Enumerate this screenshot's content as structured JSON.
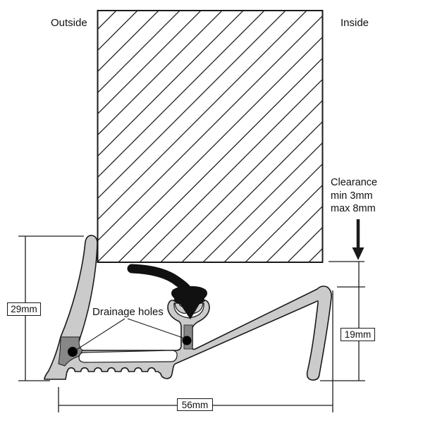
{
  "labels": {
    "outside": "Outside",
    "inside": "Inside",
    "clearance_line1": "Clearance",
    "clearance_line2": "min 3mm",
    "clearance_line3": "max 8mm",
    "drainage_holes": "Drainage holes"
  },
  "dimensions": {
    "left_height": "29mm",
    "inside_height": "19mm",
    "base_width": "56mm"
  },
  "colors": {
    "background": "#ffffff",
    "outline": "#1a1a1a",
    "aluminium_light": "#cbcbcb",
    "aluminium_dark": "#878787",
    "seal_black": "#111111",
    "drainage_hole": "#000000",
    "cavity_white": "#ffffff"
  }
}
